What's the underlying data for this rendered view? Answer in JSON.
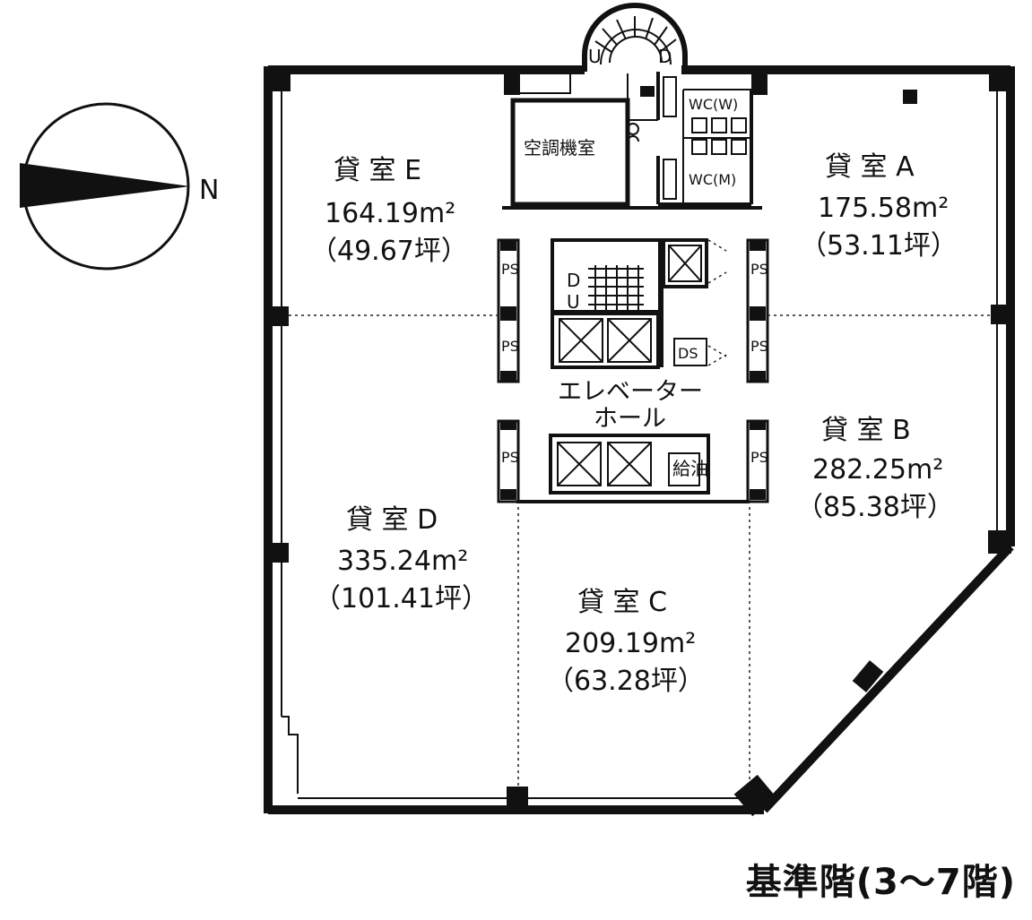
{
  "compass": {
    "north_label": "N"
  },
  "rooms": {
    "A": {
      "name": "貸 室 A",
      "area": "175.58m²",
      "tsubo": "（53.11坪）"
    },
    "B": {
      "name": "貸 室 B",
      "area": "282.25m²",
      "tsubo": "（85.38坪）"
    },
    "C": {
      "name": "貸 室 C",
      "area": "209.19m²",
      "tsubo": "（63.28坪）"
    },
    "D": {
      "name": "貸 室 D",
      "area": "335.24m²",
      "tsubo": "（101.41坪）"
    },
    "E": {
      "name": "貸 室 E",
      "area": "164.19m²",
      "tsubo": "（49.67坪）"
    }
  },
  "core": {
    "ac_room": "空調機室",
    "wc_women": "WC(W)",
    "wc_men": "WC(M)",
    "elevator_hall_line1": "エレベーター",
    "elevator_hall_line2": "ホール",
    "ds": "DS",
    "refuel": "給油",
    "ps": "PS",
    "stair_up": "U",
    "stair_down": "D"
  },
  "caption": "基準階(3〜7階)"
}
